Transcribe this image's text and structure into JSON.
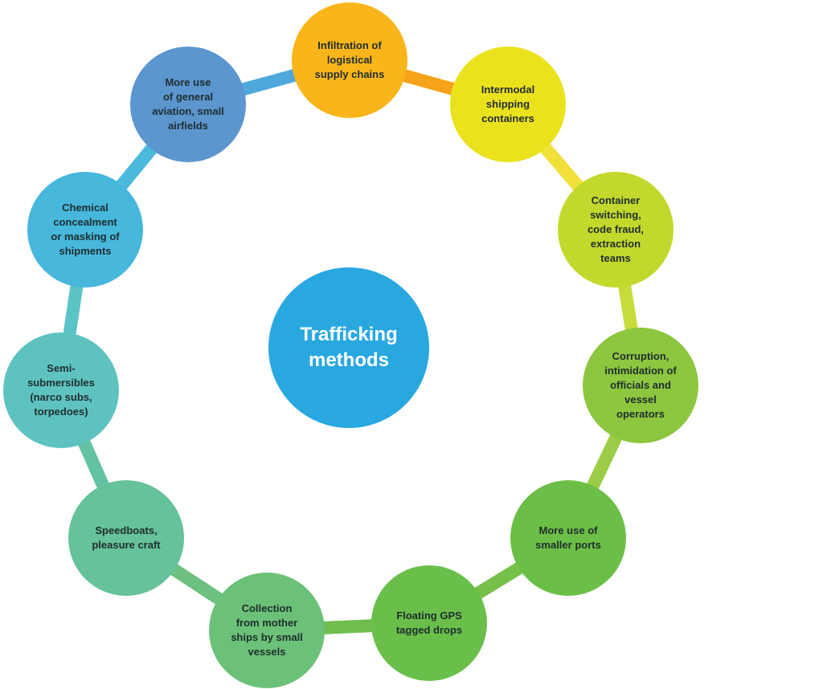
{
  "center": {
    "label": "Trafficking\nmethods",
    "color": "#29a8e0"
  },
  "nodes": [
    {
      "label": "Infiltration of\nlogistical\nsupply chains",
      "color": "#f9b51a",
      "ring_color": "#f6a31b"
    },
    {
      "label": "Intermodal\nshipping\ncontainers",
      "color": "#ebe21e",
      "ring_color": "#f2e03a"
    },
    {
      "label": "Container\nswitching,\ncode fraud,\nextraction\nteams",
      "color": "#c3d82c",
      "ring_color": "#c7dc3a"
    },
    {
      "label": "Corruption,\nintimidation of\nofficials and\nvessel\noperators",
      "color": "#8dc63f",
      "ring_color": "#9acc45"
    },
    {
      "label": "More use of\nsmaller ports",
      "color": "#6cbf46",
      "ring_color": "#76c04a"
    },
    {
      "label": "Floating GPS\ntagged drops",
      "color": "#6abf4b",
      "ring_color": "#6fbd4f"
    },
    {
      "label": "Collection\nfrom mother\nships by small\nvessels",
      "color": "#6cc178",
      "ring_color": "#6cc180"
    },
    {
      "label": "Speedboats,\npleasure craft",
      "color": "#65c29a",
      "ring_color": "#62c2a3"
    },
    {
      "label": "Semi-\nsubmersibles\n(narco subs,\ntorpedoes)",
      "color": "#5ec3c0",
      "ring_color": "#5cc3c6"
    },
    {
      "label": "Chemical\nconcealment\nor masking of\nshipments",
      "color": "#47b7dc",
      "ring_color": "#4bb9dc"
    },
    {
      "label": "More use\nof general\naviation, small\nairfields",
      "color": "#5b96cf",
      "ring_color": "#4ea9da"
    }
  ]
}
